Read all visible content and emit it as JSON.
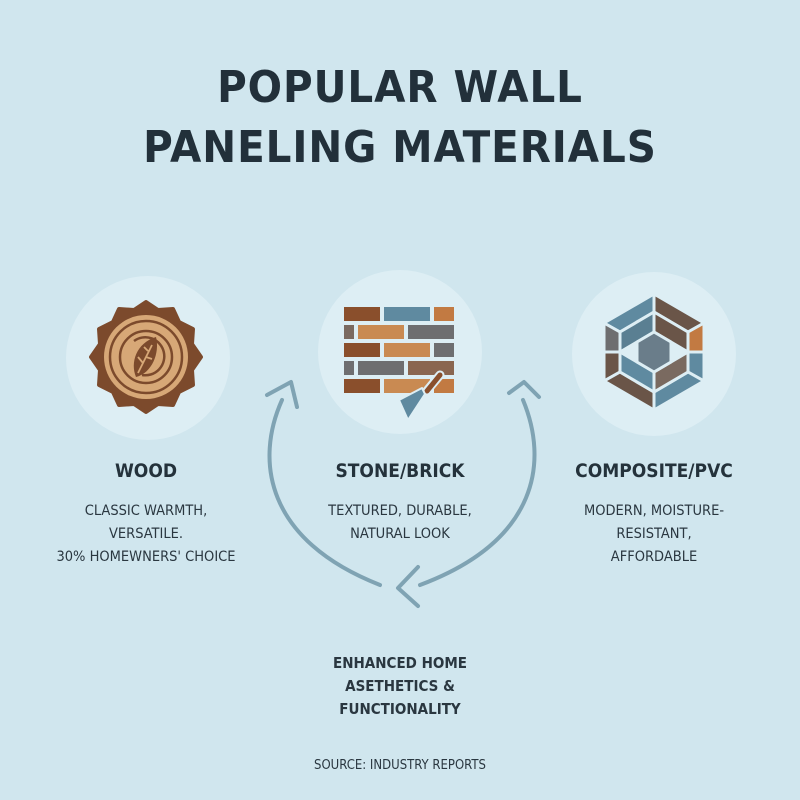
{
  "title": {
    "line1": "POPULAR WALL",
    "line2": "PANELING MATERIALS"
  },
  "materials": [
    {
      "name": "WOOD",
      "icon": "wood-log-icon",
      "desc": [
        "CLASSIC WARMTH,",
        "VERSATILE.",
        "30% HOMEWNERS' CHOICE"
      ]
    },
    {
      "name": "STONE/BRICK",
      "icon": "brick-wall-icon",
      "desc": [
        "TEXTURED, DURABLE,",
        "NATURAL LOOK"
      ]
    },
    {
      "name": "COMPOSITE/PVC",
      "icon": "composite-panel-icon",
      "desc": [
        "MODERN, MOISTURE-",
        "RESISTANT,",
        "AFFORDABLE"
      ]
    }
  ],
  "cycle_icon": "cycle-arrows-icon",
  "outcome": [
    "ENHANCED HOME",
    "ASETHETICS &",
    "FUNCTIONALITY"
  ],
  "source": "SOURCE: INDUSTRY REPORTS",
  "colors": {
    "background": "#d0e6ee",
    "circle": "#ddeef4",
    "text": "#24323b",
    "arrow": "#7fa3b3",
    "wood_dark": "#7c4a2c",
    "wood_light": "#d7a877",
    "brick_orange": "#c27a42",
    "brick_brown": "#8a4f2c",
    "stone_blue": "#5f8aa0",
    "stone_gray": "#6e6e70"
  }
}
